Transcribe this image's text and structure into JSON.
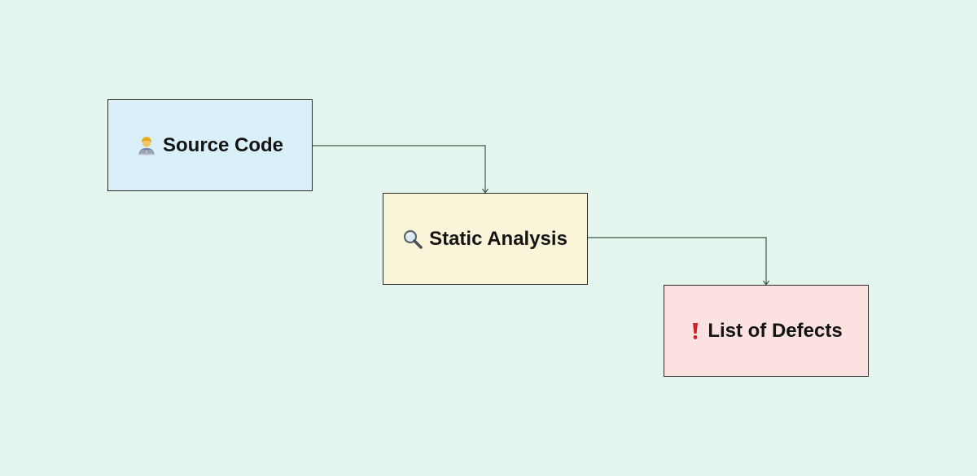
{
  "diagram": {
    "background": "#e3f5ec",
    "edge_color": "#3c5a48",
    "nodes": [
      {
        "id": "source",
        "label": "Source Code",
        "icon": "technologist-icon",
        "fill": "#daf0f9"
      },
      {
        "id": "analysis",
        "label": "Static Analysis",
        "icon": "magnifying-glass-icon",
        "fill": "#faf5d8"
      },
      {
        "id": "defects",
        "label": "List of Defects",
        "icon": "exclamation-icon",
        "fill": "#fbe2e1"
      }
    ],
    "edges": [
      {
        "from": "source",
        "to": "analysis"
      },
      {
        "from": "analysis",
        "to": "defects"
      }
    ]
  }
}
